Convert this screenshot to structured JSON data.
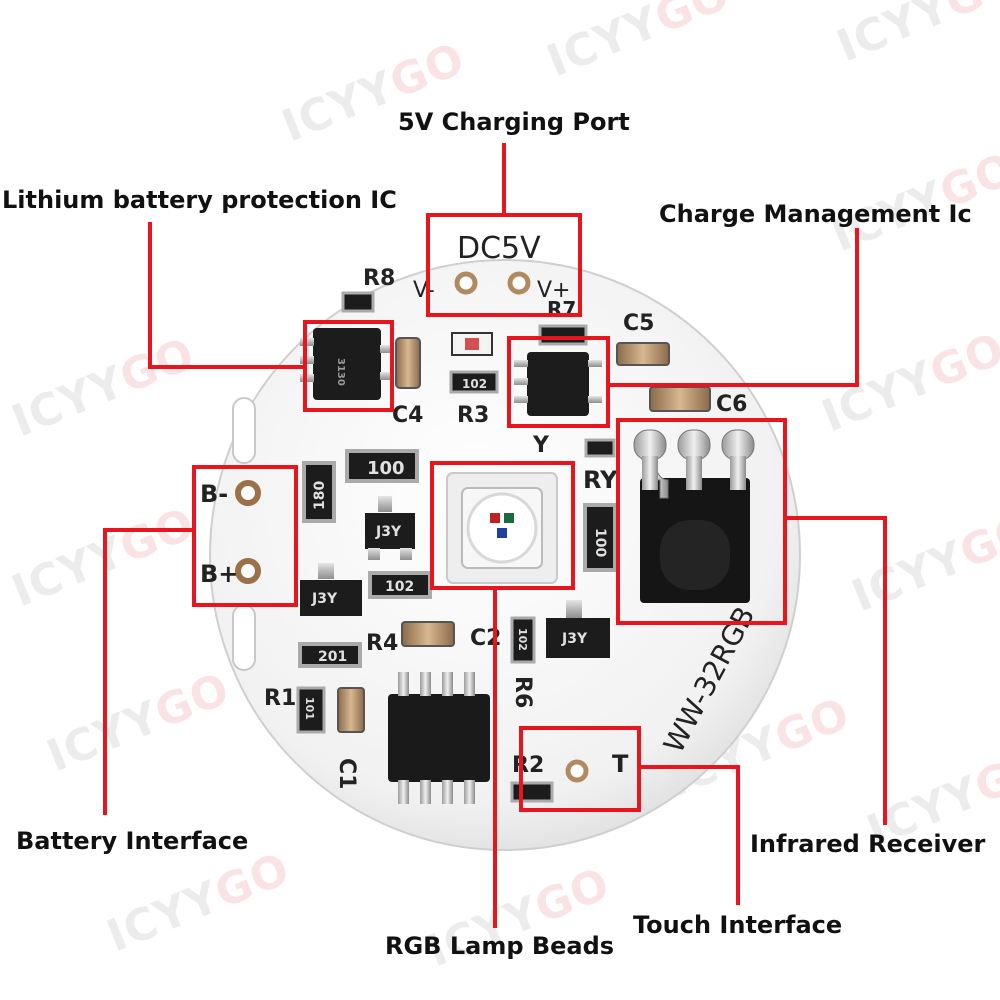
{
  "watermark": {
    "part1": "ICYY",
    "part2": "GO"
  },
  "board": {
    "silkscreen": {
      "dc5v": "DC5V",
      "v_minus": "V-",
      "v_plus": "V+",
      "model": "WW-32RGB",
      "b_minus": "B-",
      "b_plus": "B+",
      "t": "T",
      "y": "Y",
      "ry": "RY",
      "r8": "R8",
      "r7": "R7",
      "r3": "R3",
      "r1": "R1",
      "r2": "R2",
      "r4": "R4",
      "r6": "R6",
      "c1": "C1",
      "c2": "C2",
      "c4": "C4",
      "c5": "C5",
      "c6": "C6"
    },
    "chip_marks": {
      "r100_a": "100",
      "r100_b": "100",
      "r180": "180",
      "r102_a": "102",
      "r102_b": "102",
      "r102_c": "102",
      "r201": "201",
      "r101": "101",
      "j3y_a": "J3Y",
      "j3y_b": "J3Y",
      "j3y_c": "J3Y",
      "ic_mark": "3130"
    }
  },
  "callouts": {
    "charging_port": "5V Charging Port",
    "protection_ic": "Lithium battery protection IC",
    "charge_management": "Charge Management Ic",
    "battery_interface": "Battery Interface",
    "rgb_beads": "RGB Lamp Beads",
    "touch_interface": "Touch Interface",
    "infrared_receiver": "Infrared Receiver"
  },
  "colors": {
    "callout_red": "#e8141e",
    "board_white": "#f7f7f7",
    "pad_silver": "#c9c9c9",
    "chip_black": "#1c1c1c"
  }
}
